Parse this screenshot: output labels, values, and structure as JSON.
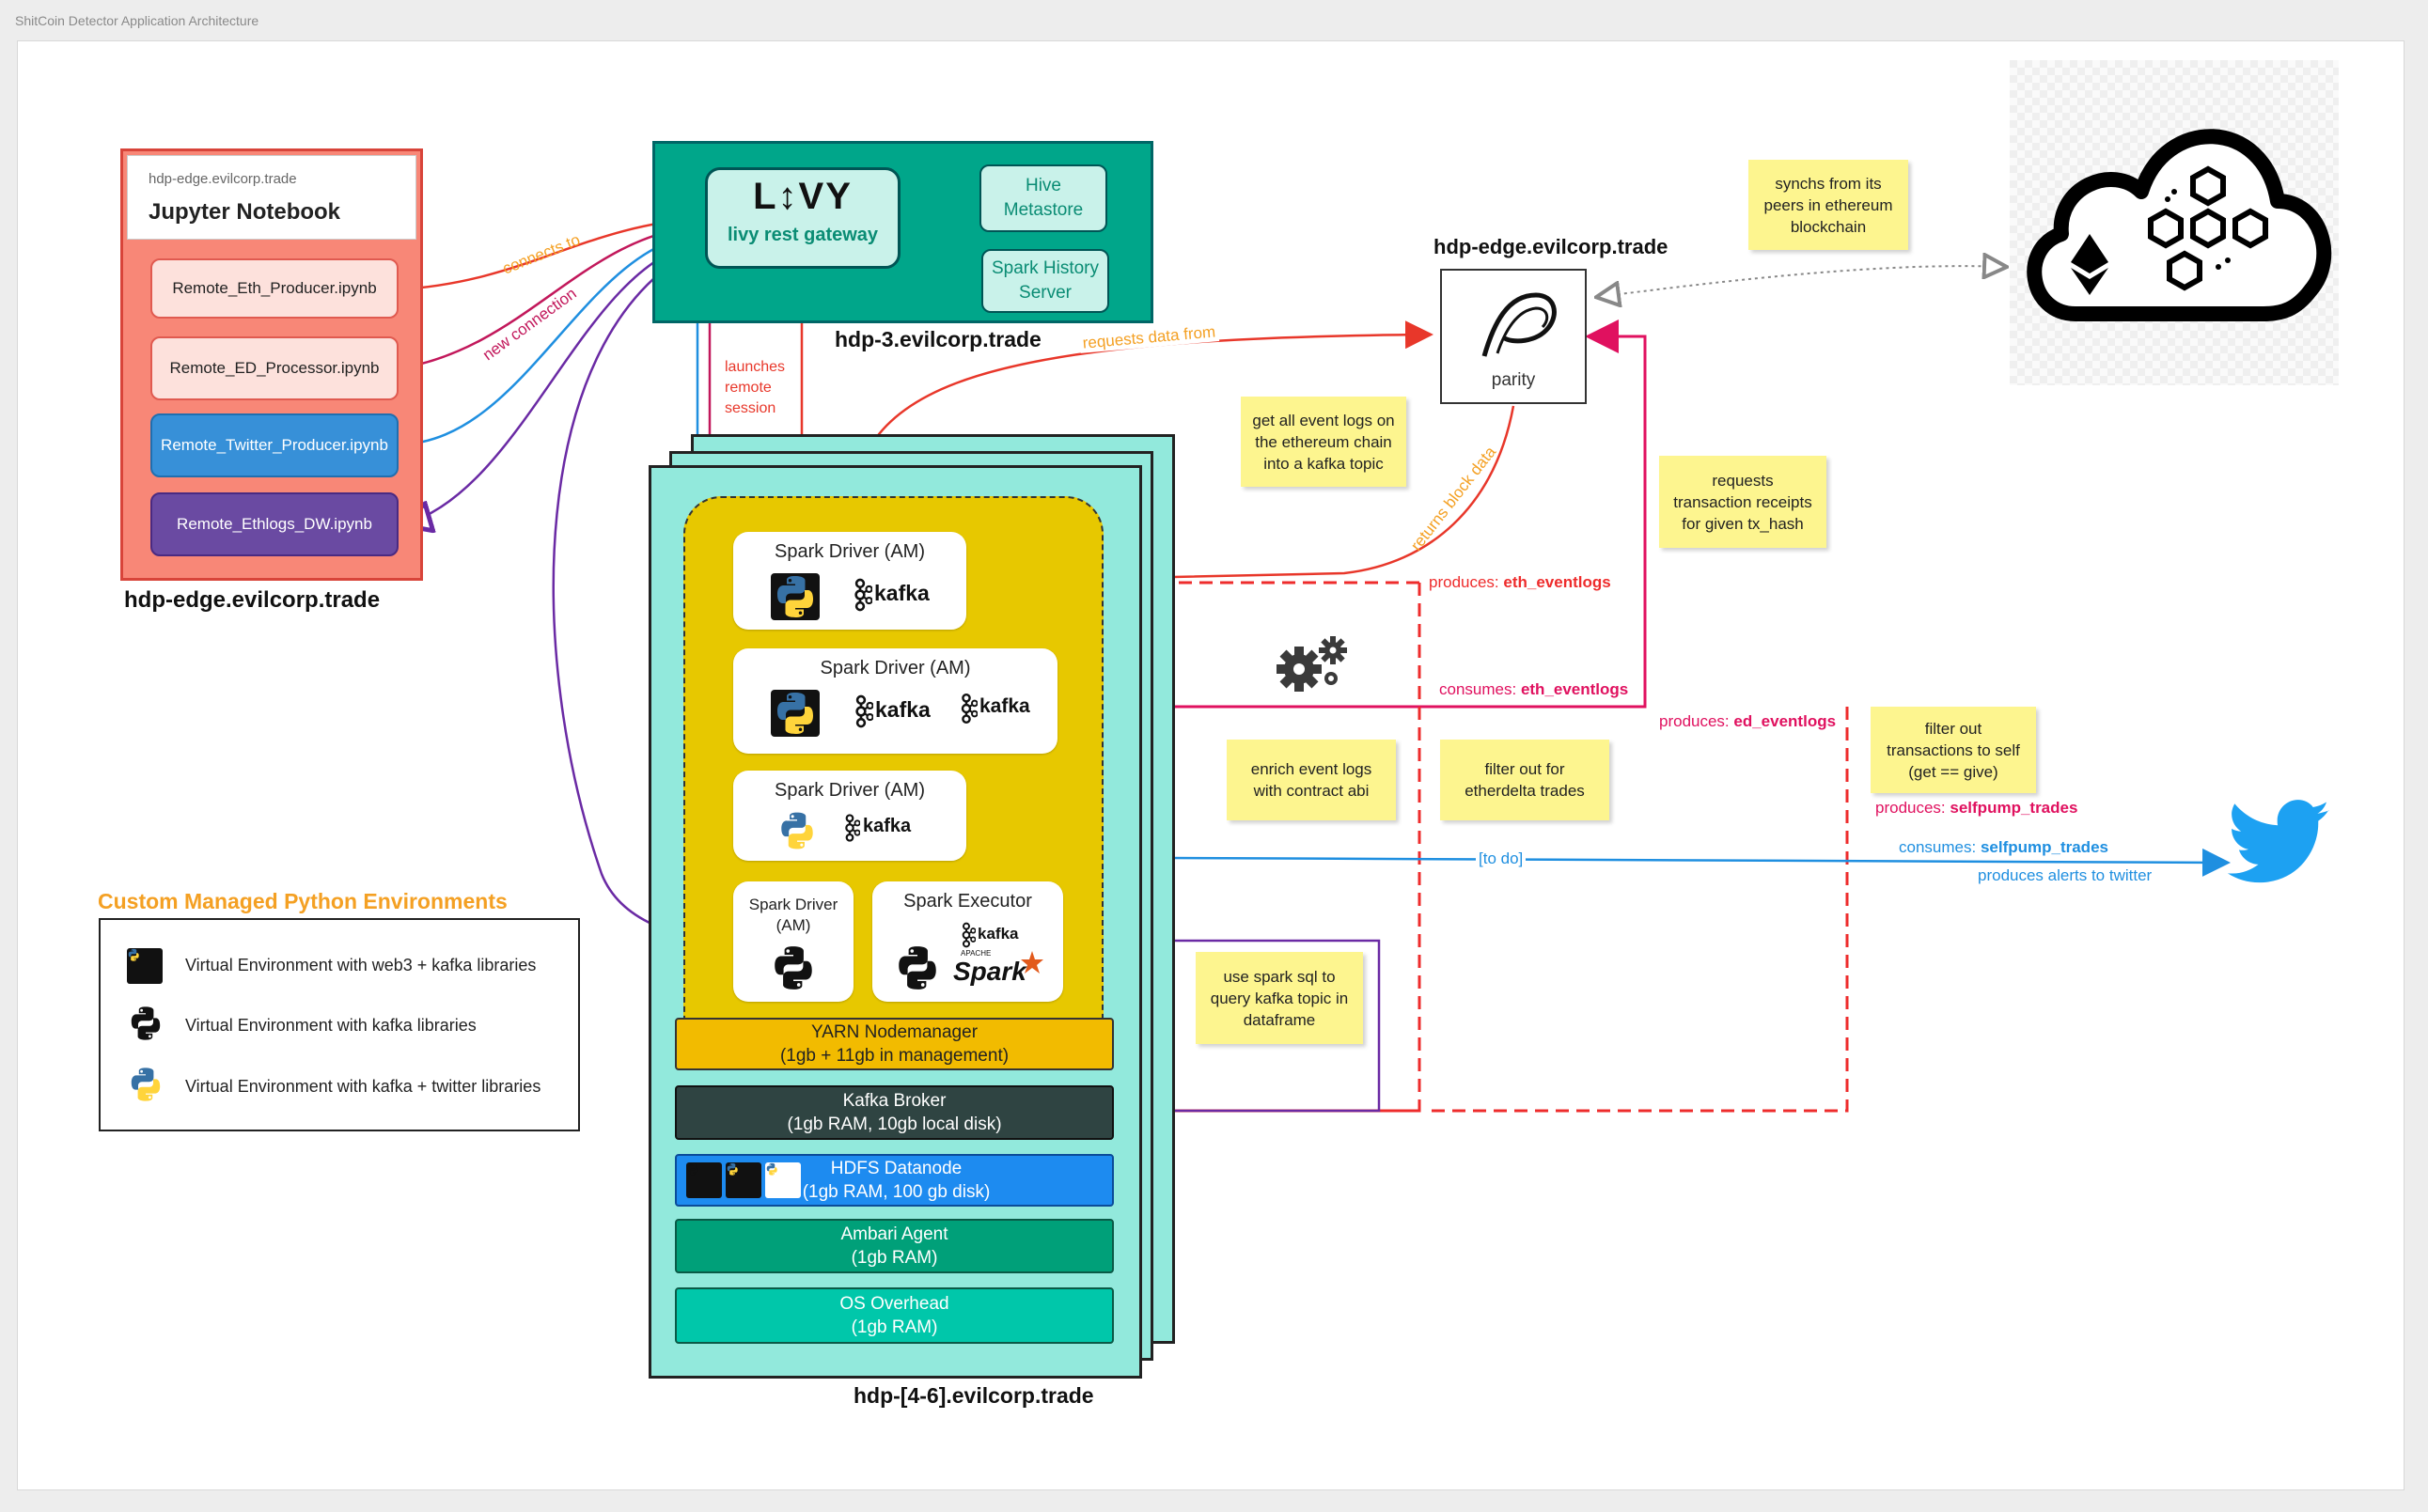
{
  "page": {
    "title": "ShitCoin Detector Application Architecture"
  },
  "edge_jupyter": {
    "host_small": "hdp-edge.evilcorp.trade",
    "title": "Jupyter Notebook",
    "host_label": "hdp-edge.evilcorp.trade",
    "notebooks": [
      "Remote_Eth_Producer.ipynb",
      "Remote_ED_Processor.ipynb",
      "Remote_Twitter_Producer.ipynb",
      "Remote_Ethlogs_DW.ipynb"
    ]
  },
  "hdp3": {
    "livy_logo": "L↕VY",
    "livy_label": "livy rest gateway",
    "hive_label": "Hive Metastore",
    "history_label": "Spark History Server",
    "host_label": "hdp-3.evilcorp.trade"
  },
  "parity": {
    "host_label": "hdp-edge.evilcorp.trade",
    "logo_text": "parity"
  },
  "cluster": {
    "host_label": "hdp-[4-6].evilcorp.trade",
    "drivers": [
      "Spark Driver (AM)",
      "Spark Driver (AM)",
      "Spark Driver (AM)"
    ],
    "small_driver": "Spark Driver (AM)",
    "executor": "Spark Executor",
    "kafka_text": "kafka",
    "spark_text": "Spark",
    "apache_text": "APACHE",
    "yarn": "YARN Nodemanager\n(1gb + 11gb in management)",
    "kafka_broker": "Kafka Broker\n(1gb RAM, 10gb local disk)",
    "hdfs": "HDFS Datanode\n(1gb RAM, 100 gb disk)",
    "ambari": "Ambari Agent\n(1gb RAM)",
    "os": "OS Overhead\n(1gb RAM)"
  },
  "arrows": {
    "connects_to": "connects to",
    "new_connection": "new connection",
    "launches": "launches\nremote\nsession",
    "requests_data": "requests data from",
    "returns_block": "returns block data",
    "produces_eth": {
      "prefix": "produces: ",
      "topic": "eth_eventlogs"
    },
    "consumes_eth": {
      "prefix": "consumes: ",
      "topic": "eth_eventlogs"
    },
    "produces_ed": {
      "prefix": "produces: ",
      "topic": "ed_eventlogs"
    },
    "produces_self": {
      "prefix": "produces: ",
      "topic": "selfpump_trades"
    },
    "consumes_self": {
      "prefix": "consumes: ",
      "topic": "selfpump_trades"
    },
    "alerts": "produces alerts to twitter",
    "todo": "[to do]"
  },
  "stickies": {
    "synchs": "synchs from its\npeers in ethereum\nblockchain",
    "get_logs": "get all event logs on\nthe ethereum chain\ninto a kafka topic",
    "requests_receipts": "requests\ntransaction receipts\nfor given tx_hash",
    "enrich": "enrich event logs\nwith contract abi",
    "filter_ed": "filter out for\netherdelta trades",
    "filter_self": "filter out\ntransactions to self\n(get == give)",
    "spark_sql": "use spark sql to\nquery kafka topic in\ndataframe"
  },
  "legend": {
    "title": "Custom Managed Python Environments",
    "items": [
      "Virtual Environment with web3 + kafka libraries",
      "Virtual Environment with kafka libraries",
      "Virtual Environment with kafka + twitter libraries"
    ]
  },
  "colors": {
    "edge_bg": "#f88777",
    "hdp3_bg": "#00a68a",
    "cluster_bg": "#92e9dc",
    "yarn_bg": "#e7c800",
    "red_dash": "#ee2c2c",
    "magenta": "#e0115f",
    "orange": "#f6a025",
    "blue": "#1f8fe0",
    "purple": "#6a2aa4",
    "twitter": "#1da1f2"
  },
  "icons": [
    "python-web3-icon",
    "python-kafka-icon",
    "python-twitter-icon",
    "kafka-icon",
    "gears-icon",
    "twitter-bird-icon",
    "blockchain-cloud-icon",
    "ethereum-icon",
    "parity-logo-icon",
    "spark-logo-icon"
  ]
}
